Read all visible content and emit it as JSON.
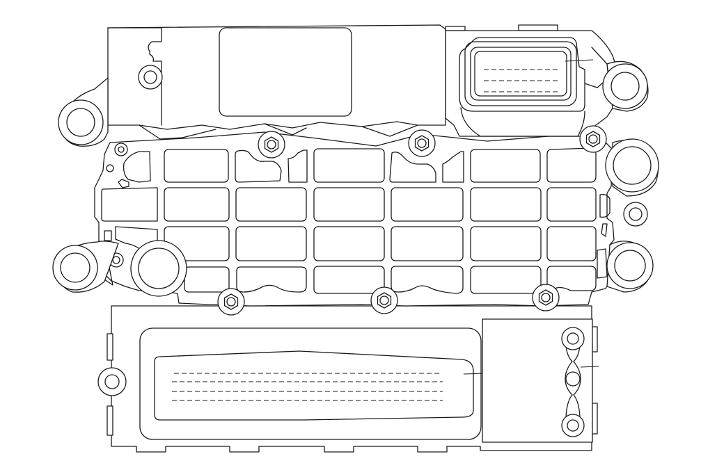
{
  "drawing": {
    "style": "line-art",
    "line_color": "#1a1a1a",
    "background": "#ffffff",
    "components": {
      "top_connector_pin_rows": 3,
      "top_connector_pins_per_row": 7,
      "bottom_connector_dash_rows": 4,
      "screw_bosses": 8,
      "mounting_ears": 5,
      "heat_sink_fin_rows": 4
    }
  }
}
